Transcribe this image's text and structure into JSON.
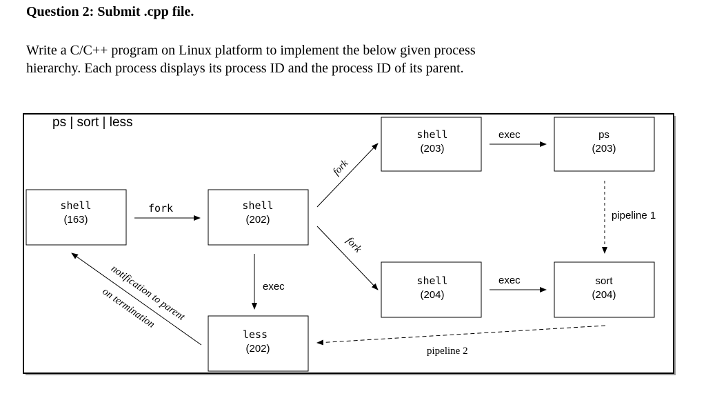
{
  "heading": "Question 2: Submit .cpp file.",
  "body_lines": [
    "Write a C/C++ program on Linux platform to implement the below given process",
    "hierarchy. Each process displays its process ID and the process ID of its parent."
  ],
  "diagram": {
    "command": "ps | sort | less",
    "nodes": {
      "shell_163": {
        "name": "shell",
        "pid": "(163)"
      },
      "shell_202": {
        "name": "shell",
        "pid": "(202)"
      },
      "less_202": {
        "name": "less",
        "pid": "(202)"
      },
      "shell_203": {
        "name": "shell",
        "pid": "(203)"
      },
      "ps_203": {
        "name": "ps",
        "pid": "(203)"
      },
      "shell_204": {
        "name": "shell",
        "pid": "(204)"
      },
      "sort_204": {
        "name": "sort",
        "pid": "(204)"
      }
    },
    "edges": {
      "fork_163_202": "fork",
      "fork_202_203": "fork",
      "fork_202_204": "fork",
      "exec_202_less": "exec",
      "exec_203_ps": "exec",
      "exec_204_sort": "exec",
      "pipeline_1": "pipeline 1",
      "pipeline_2": "pipeline 2",
      "notification_line1": "notification to parent",
      "notification_line2": "on termination"
    }
  }
}
